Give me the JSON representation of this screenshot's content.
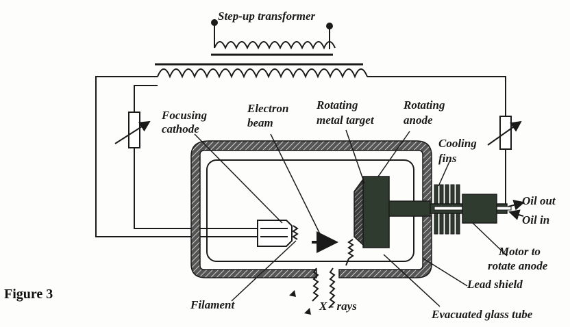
{
  "figure_label": "Figure 3",
  "labels": {
    "transformer": "Step-up transformer",
    "focusing_cathode_1": "Focusing",
    "focusing_cathode_2": "cathode",
    "electron_beam_1": "Electron",
    "electron_beam_2": "beam",
    "rotating_target_1": "Rotating",
    "rotating_target_2": "metal target",
    "rotating_anode_1": "Rotating",
    "rotating_anode_2": "anode",
    "cooling_fins_1": "Cooling",
    "cooling_fins_2": "fins",
    "oil_out": "Oil out",
    "oil_in": "Oil in",
    "motor_1": "Motor to",
    "motor_2": "rotate anode",
    "lead_shield": "Lead shield",
    "filament": "Filament",
    "xrays": "X - rays",
    "glass_tube": "Evacuated glass tube"
  }
}
